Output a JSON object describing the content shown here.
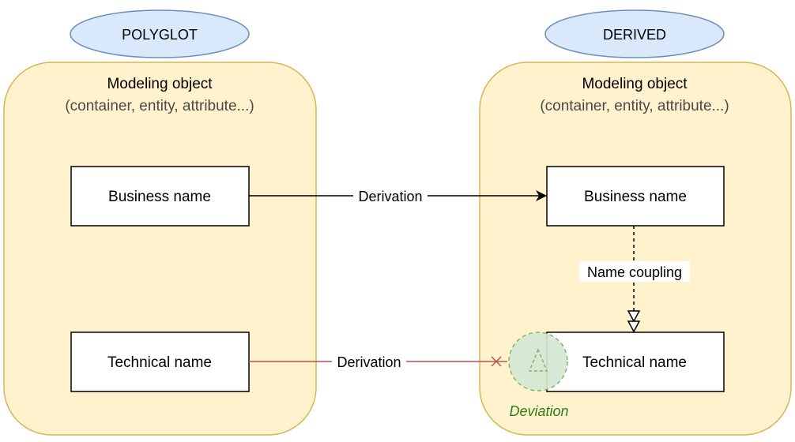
{
  "panels": {
    "left": {
      "badge": "POLYGLOT",
      "title": "Modeling object",
      "subtitle": "(container, entity, attribute...)",
      "business_name": "Business name",
      "technical_name": "Technical name"
    },
    "right": {
      "badge": "DERIVED",
      "title": "Modeling object",
      "subtitle": "(container, entity, attribute...)",
      "business_name": "Business name",
      "technical_name": "Technical name"
    }
  },
  "edges": {
    "business_derivation": "Derivation",
    "technical_derivation": "Derivation",
    "name_coupling": "Name coupling"
  },
  "deviation": {
    "label": "Deviation"
  },
  "colors": {
    "container_fill": "#fff2cc",
    "container_stroke": "#d6b656",
    "badge_fill": "#dae8fc",
    "badge_stroke": "#6c8ebf",
    "red_edge": "#b85450",
    "deviation_fill": "#d5e8d4",
    "deviation_stroke": "#82b366",
    "deviation_text": "#2e7d1f"
  }
}
